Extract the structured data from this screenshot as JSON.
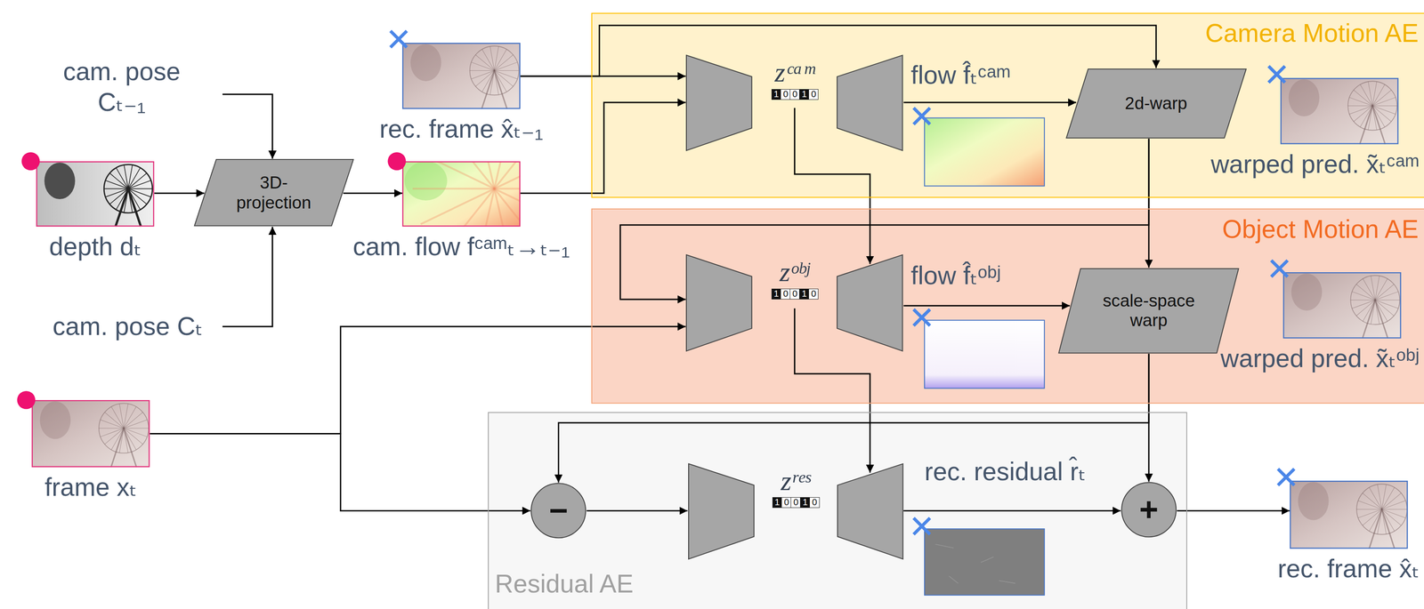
{
  "diagram": {
    "nodes": [
      {
        "text": [
          "Camera Motion AE"
        ]
      },
      {
        "text": [
          "zᶜᵃᵐ",
          "1",
          "0",
          "0",
          "1",
          "0"
        ],
        "in": 0
      },
      {
        "text": [
          "2d-warp"
        ],
        "in": 0
      },
      {
        "text": [
          "warped pred. x̃ₜᶜᵃᵐ"
        ],
        "in": 0
      },
      {
        "text": [
          "Object Motion AE"
        ]
      },
      {
        "text": [
          "zᵒᵇʲ",
          "1",
          "0",
          "0",
          "1",
          "0"
        ],
        "in": 4
      },
      {
        "text": [
          "scale-space warp"
        ],
        "in": 4
      },
      {
        "text": [
          "warped pred. x̃ₜᵒᵇʲ"
        ],
        "in": 4
      },
      {
        "text": [
          "Residual AE"
        ]
      },
      {
        "text": [
          "−"
        ],
        "in": 8
      },
      {
        "text": [
          "zʳᵉˢ",
          "1",
          "0",
          "0",
          "1",
          "0"
        ],
        "in": 8
      },
      {
        "text": [
          "+"
        ],
        "in": 8
      },
      {
        "text": [
          "depth dₜ"
        ]
      },
      {
        "text": [
          "3D- projection"
        ]
      },
      {
        "text": [
          "rec. frame x̂ₜ₋₁"
        ]
      },
      {
        "text": [
          "cam. flow fᶜᵃᵐₜ→ₜ₋₁"
        ]
      },
      {
        "text": [
          "frame xₜ"
        ]
      },
      {
        "text": [
          "rec. frame x̂ₜ"
        ]
      }
    ],
    "edges": [
      {
        "from": 12,
        "to": 13,
        "arrow": "to"
      },
      {
        "from": 13,
        "to": 15,
        "arrow": "to"
      },
      {
        "from": 14,
        "to": 1,
        "arrow": "to"
      },
      {
        "from": 15,
        "to": 1,
        "arrow": "to"
      },
      {
        "from": 14,
        "to": 2,
        "arrow": "to"
      },
      {
        "from": 1,
        "to": 2,
        "label": "flow f̂ₜᶜᵃᵐ",
        "arrow": "to"
      },
      {
        "from": 2,
        "to": 6,
        "arrow": "to"
      },
      {
        "from": 2,
        "to": 5,
        "arrow": "to"
      },
      {
        "from": 1,
        "to": 5,
        "arrow": "to"
      },
      {
        "from": 16,
        "to": 5,
        "arrow": "to"
      },
      {
        "from": 16,
        "to": 9,
        "arrow": "to"
      },
      {
        "from": 5,
        "to": 6,
        "label": "flow f̂ₜᵒᵇʲ",
        "arrow": "to"
      },
      {
        "from": 5,
        "to": 10,
        "arrow": "to"
      },
      {
        "from": 6,
        "to": 9,
        "arrow": "to"
      },
      {
        "from": 6,
        "to": 11,
        "arrow": "to"
      },
      {
        "from": 9,
        "to": 10,
        "arrow": "to"
      },
      {
        "from": 10,
        "to": 11,
        "label": "rec. residual r̂ₜ",
        "arrow": "to"
      },
      {
        "from": 11,
        "to": 17,
        "arrow": "to"
      }
    ],
    "labels": [
      "cam. pose Cₜ₋₁",
      "cam. pose Cₜ"
    ]
  }
}
